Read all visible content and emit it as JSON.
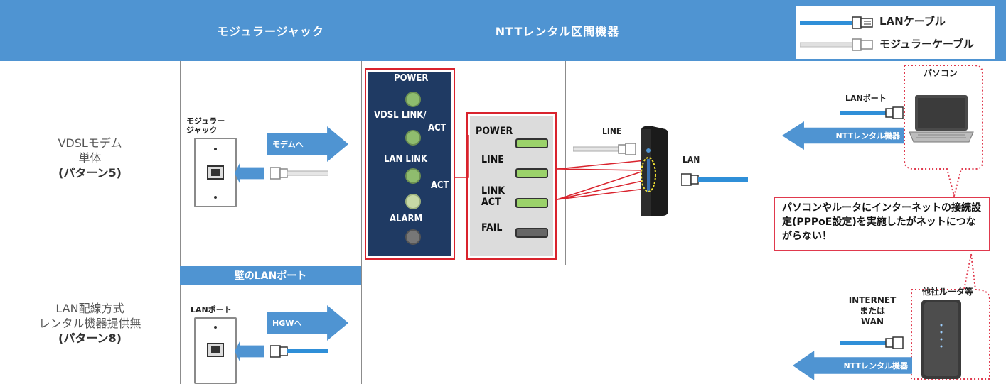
{
  "header": {
    "col_modular_jack": "モジュラージャック",
    "col_ntt_rental": "NTTレンタル区間機器"
  },
  "legend": {
    "lan_cable": "LANケーブル",
    "modular_cable": "モジュラーケーブル"
  },
  "rows": [
    {
      "line1": "VDSLモデム",
      "line2": "単体",
      "pattern": "(パターン5)"
    },
    {
      "line1": "LAN配線方式",
      "line2": "レンタル機器提供無",
      "pattern": "(パターン8)"
    }
  ],
  "row1": {
    "jack_label_line1": "モジュラー",
    "jack_label_line2": "ジャック",
    "arrow_label": "モデムへ"
  },
  "row2": {
    "subheader": "壁のLANポート",
    "port_label": "LANポート",
    "arrow_label": "HGWへ"
  },
  "dark_panel": {
    "power": "POWER",
    "vdsl_link_1": "VDSL LINK/",
    "vdsl_link_2": "ACT",
    "lan_link": "LAN LINK",
    "lan_act": "ACT",
    "alarm": "ALARM"
  },
  "light_panel": {
    "power": "POWER",
    "line": "LINE",
    "link": "LINK",
    "act": "ACT",
    "fail": "FAIL"
  },
  "modem": {
    "line_label": "LINE",
    "lan_label": "LAN"
  },
  "right": {
    "pc_label": "パソコン",
    "pc_port_label": "LANポート",
    "to_ntt_top": "NTTレンタル機器",
    "callout": "パソコンやルータにインターネットの接続設定(PPPoE設定)を実施したがネットにつながらない！",
    "router_label": "他社ルータ等",
    "internet_line1": "INTERNET",
    "internet_line2": "または",
    "internet_line3": "WAN",
    "to_ntt_bottom": "NTTレンタル機器"
  },
  "colors": {
    "header_blue": "#4f94d2",
    "lan_cable": "#2f8fd8",
    "modular_cable": "#cfcfcf",
    "red_outline": "#d9232d",
    "dark_panel": "#1f3a63",
    "led_green": "#9bd26a",
    "callout_dots": "#e0394d"
  }
}
